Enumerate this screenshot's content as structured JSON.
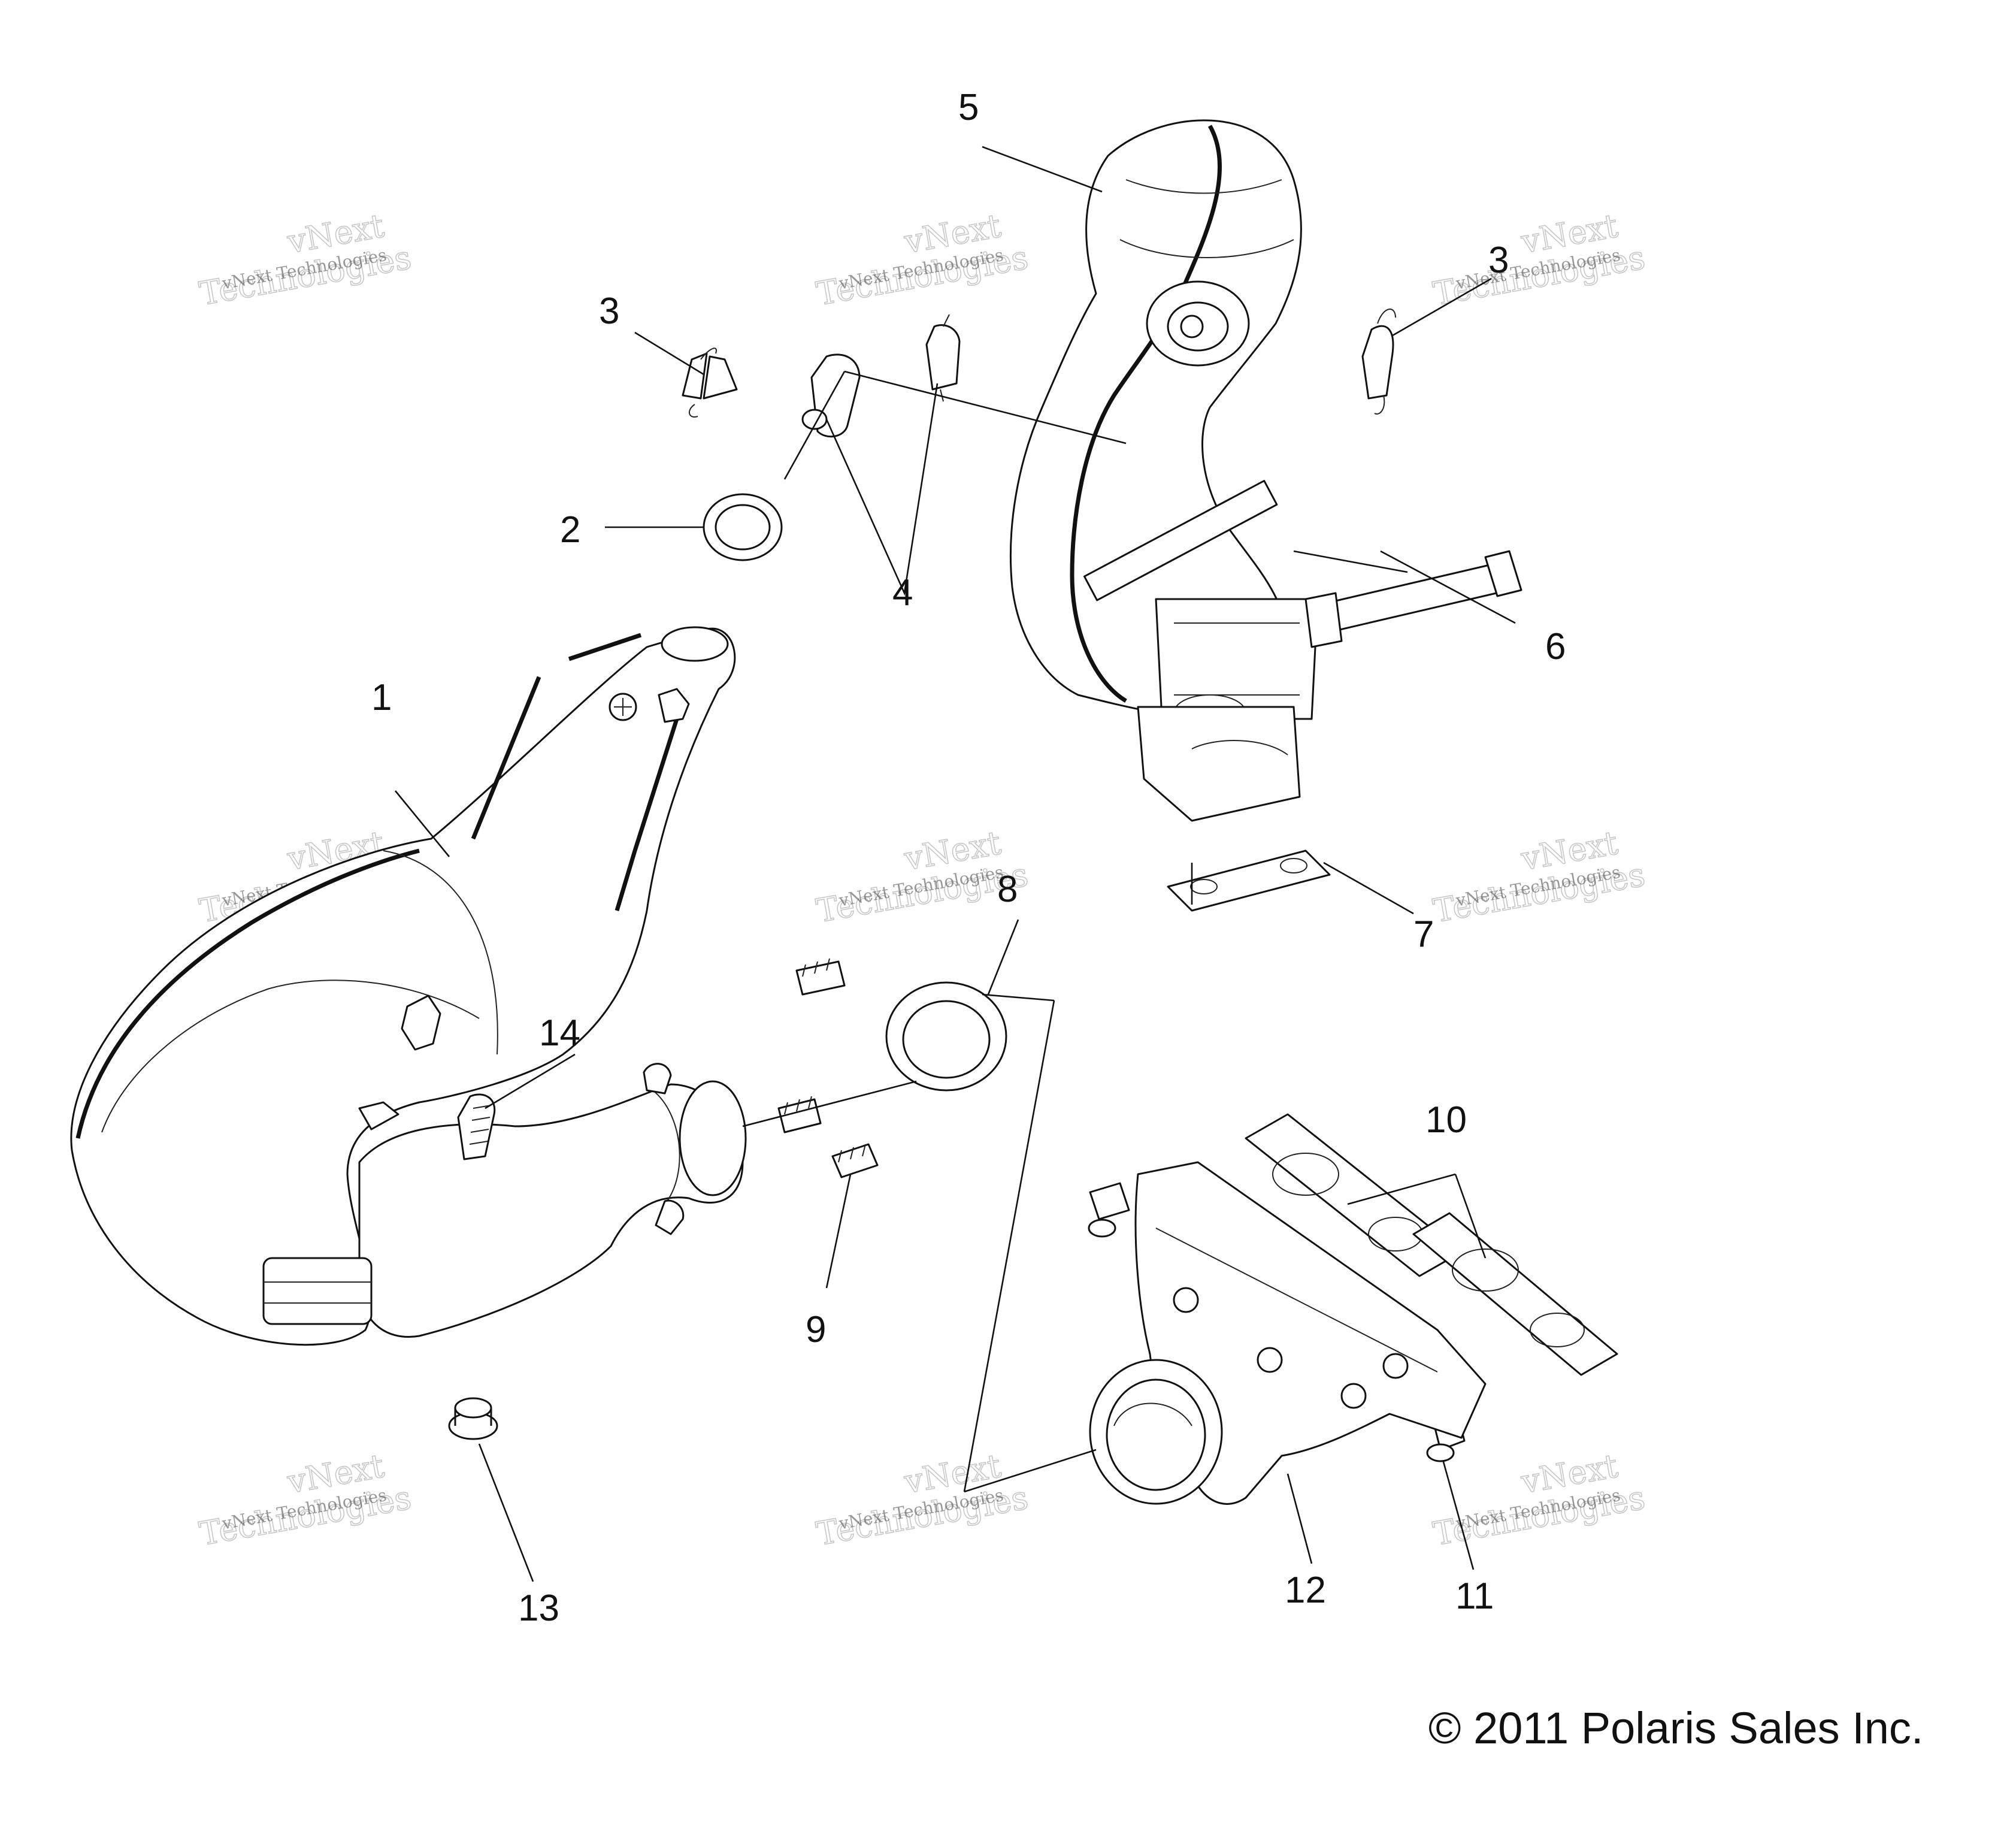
{
  "callouts": {
    "c1": "1",
    "c2": "2",
    "c3a": "3",
    "c3b": "3",
    "c4": "4",
    "c5": "5",
    "c6": "6",
    "c7": "7",
    "c8": "8",
    "c9": "9",
    "c10": "10",
    "c11": "11",
    "c12": "12",
    "c13": "13",
    "c14": "14"
  },
  "watermark": {
    "line1": "vNext Technologies",
    "line2": "Technologies",
    "line3": "vNext"
  },
  "copyright": "© 2011 Polaris Sales Inc."
}
